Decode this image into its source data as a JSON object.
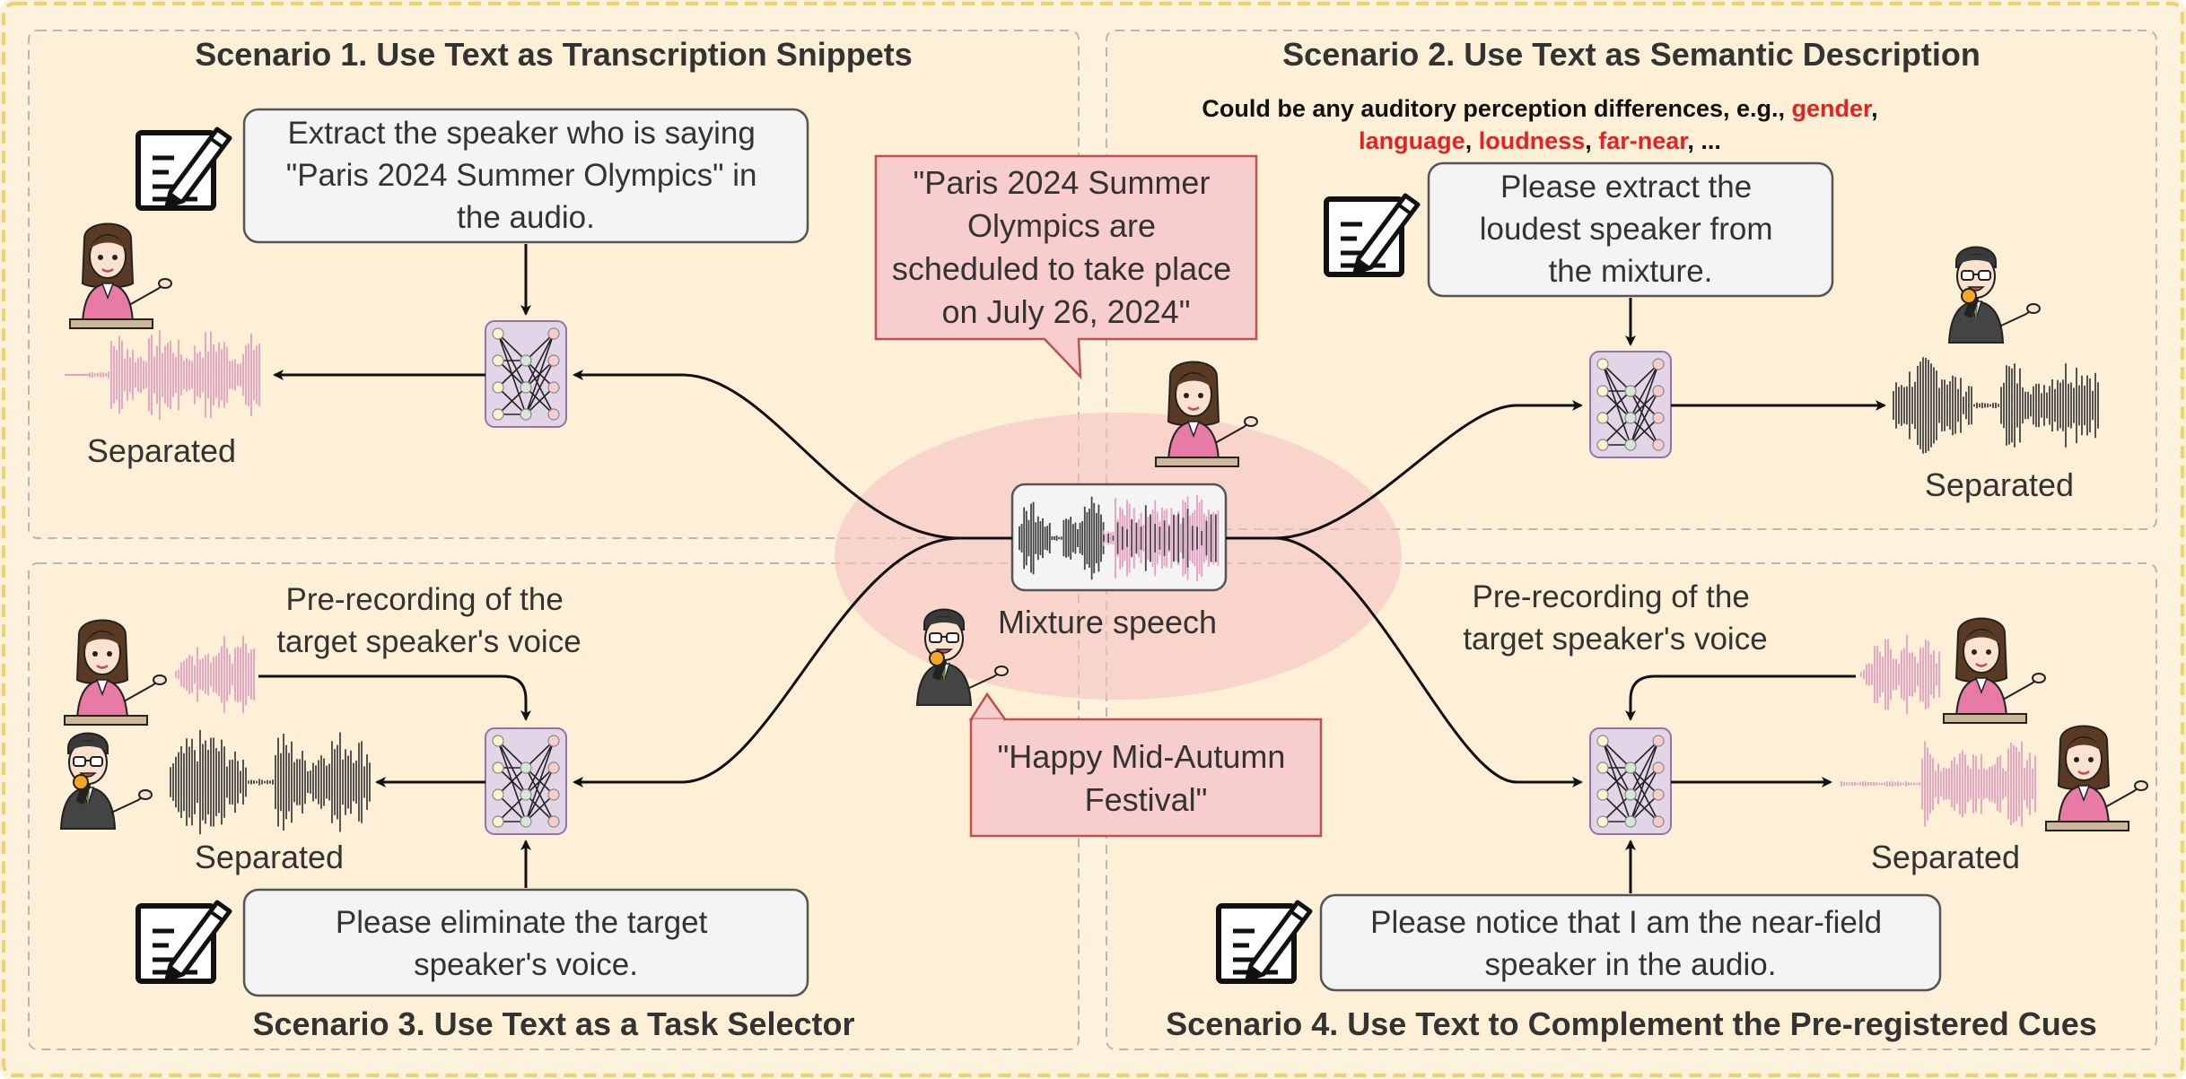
{
  "scenarios": {
    "s1": {
      "title": "Scenario 1. Use Text as Transcription Snippets",
      "prompt": [
        "Extract the speaker who is saying",
        "\"Paris 2024 Summer Olympics\" in",
        "the audio."
      ],
      "output_label": "Separated"
    },
    "s2": {
      "title": "Scenario 2. Use Text as Semantic Description",
      "hint_prefix": "Could be any auditory perception differences, e.g., ",
      "hint_terms": [
        "gender",
        "language",
        "loudness",
        "far-near"
      ],
      "hint_suffix": ", ...",
      "prompt": [
        "Please extract the",
        "loudest speaker from",
        "the mixture."
      ],
      "output_label": "Separated"
    },
    "s3": {
      "title": "Scenario 3. Use Text as a Task Selector",
      "prerecord_label": [
        "Pre-recording of the",
        "target speaker's voice"
      ],
      "prompt": [
        "Please eliminate the target",
        "speaker's voice."
      ],
      "output_label": "Separated"
    },
    "s4": {
      "title": "Scenario 4. Use Text to Complement the Pre-registered Cues",
      "prerecord_label": [
        "Pre-recording of the",
        "target speaker's voice"
      ],
      "prompt": [
        "Please notice that I am the near-field",
        "speaker in the audio."
      ],
      "output_label": "Separated"
    }
  },
  "center": {
    "mixture_label": "Mixture speech",
    "speech_bubble_1": [
      "\"Paris 2024 Summer",
      "Olympics are",
      "scheduled to take place",
      "on July 26, 2024\""
    ],
    "speech_bubble_2": [
      "\"Happy Mid-Autumn",
      "Festival\""
    ]
  },
  "colors": {
    "background": "#fdf3dd",
    "outer_border": "#f2d16b",
    "panel_border": "#b8b8b8",
    "text_box_fill": "#f4f4f4",
    "text_box_border": "#555555",
    "speech_bubble_fill": "#f8cdcd",
    "speech_bubble_border": "#c0504d",
    "highlight_red": "#e82020",
    "network_fill": "#e1d5e7",
    "network_border": "#9673a6",
    "female_wave": "#e79ec0",
    "male_wave": "#444444",
    "mixture_glow": "#f5c2c2"
  }
}
